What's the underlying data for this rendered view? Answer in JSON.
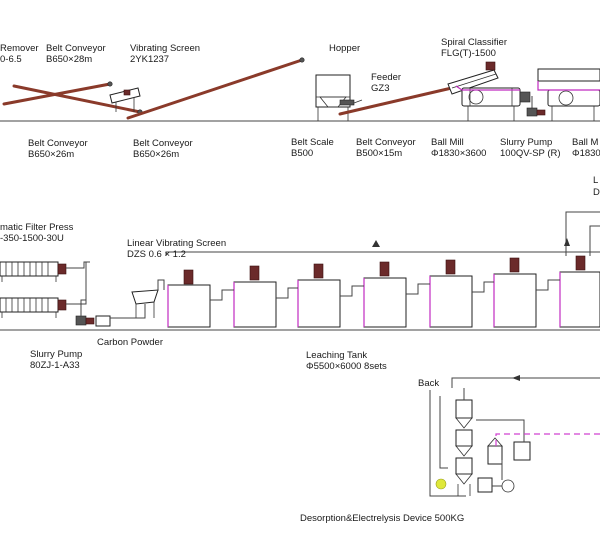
{
  "labels": {
    "remover_a": "Remover",
    "remover_b": "0-6.5",
    "belt_conveyor_1_a": "Belt Conveyor",
    "belt_conveyor_1_b": "B650×28m",
    "vibrating_screen_a": "Vibrating Screen",
    "vibrating_screen_b": "2YK1237",
    "hopper": "Hopper",
    "spiral_classifier_a": "Spiral Classifier",
    "spiral_classifier_b": "FLG(T)-1500",
    "feeder_a": "Feeder",
    "feeder_b": "GZ3",
    "belt_conveyor_2_a": "Belt Conveyor",
    "belt_conveyor_2_b": "B650×26m",
    "belt_conveyor_3_a": "Belt Conveyor",
    "belt_conveyor_3_b": "B650×26m",
    "belt_scale_a": "Belt Scale",
    "belt_scale_b": "B500",
    "belt_conveyor_4_a": "Belt Conveyor",
    "belt_conveyor_4_b": "B500×15m",
    "ball_mill_1_a": "Ball Mill",
    "ball_mill_1_b": "Φ1830×3600",
    "slurry_pump_1_a": "Slurry Pump",
    "slurry_pump_1_b": "100QV-SP (R)",
    "ball_mill_2_a": "Ball M",
    "ball_mill_2_b": "Φ1830",
    "filter_press_a": "matic Filter Press",
    "filter_press_b": "-350-1500-30U",
    "linear_screen_a": "Linear Vibrating Screen",
    "linear_screen_b": "DZS 0.6 × 1.2",
    "carbon_powder": "Carbon Powder",
    "slurry_pump_2_a": "Slurry Pump",
    "slurry_pump_2_b": "80ZJ-1-A33",
    "leaching_tank_a": "Leaching Tank",
    "leaching_tank_b": "Φ5500×6000 8sets",
    "back": "Back",
    "desorption": "Desorption&Electrelysis Device 500KG",
    "edge_l": "L",
    "edge_d": "D"
  }
}
